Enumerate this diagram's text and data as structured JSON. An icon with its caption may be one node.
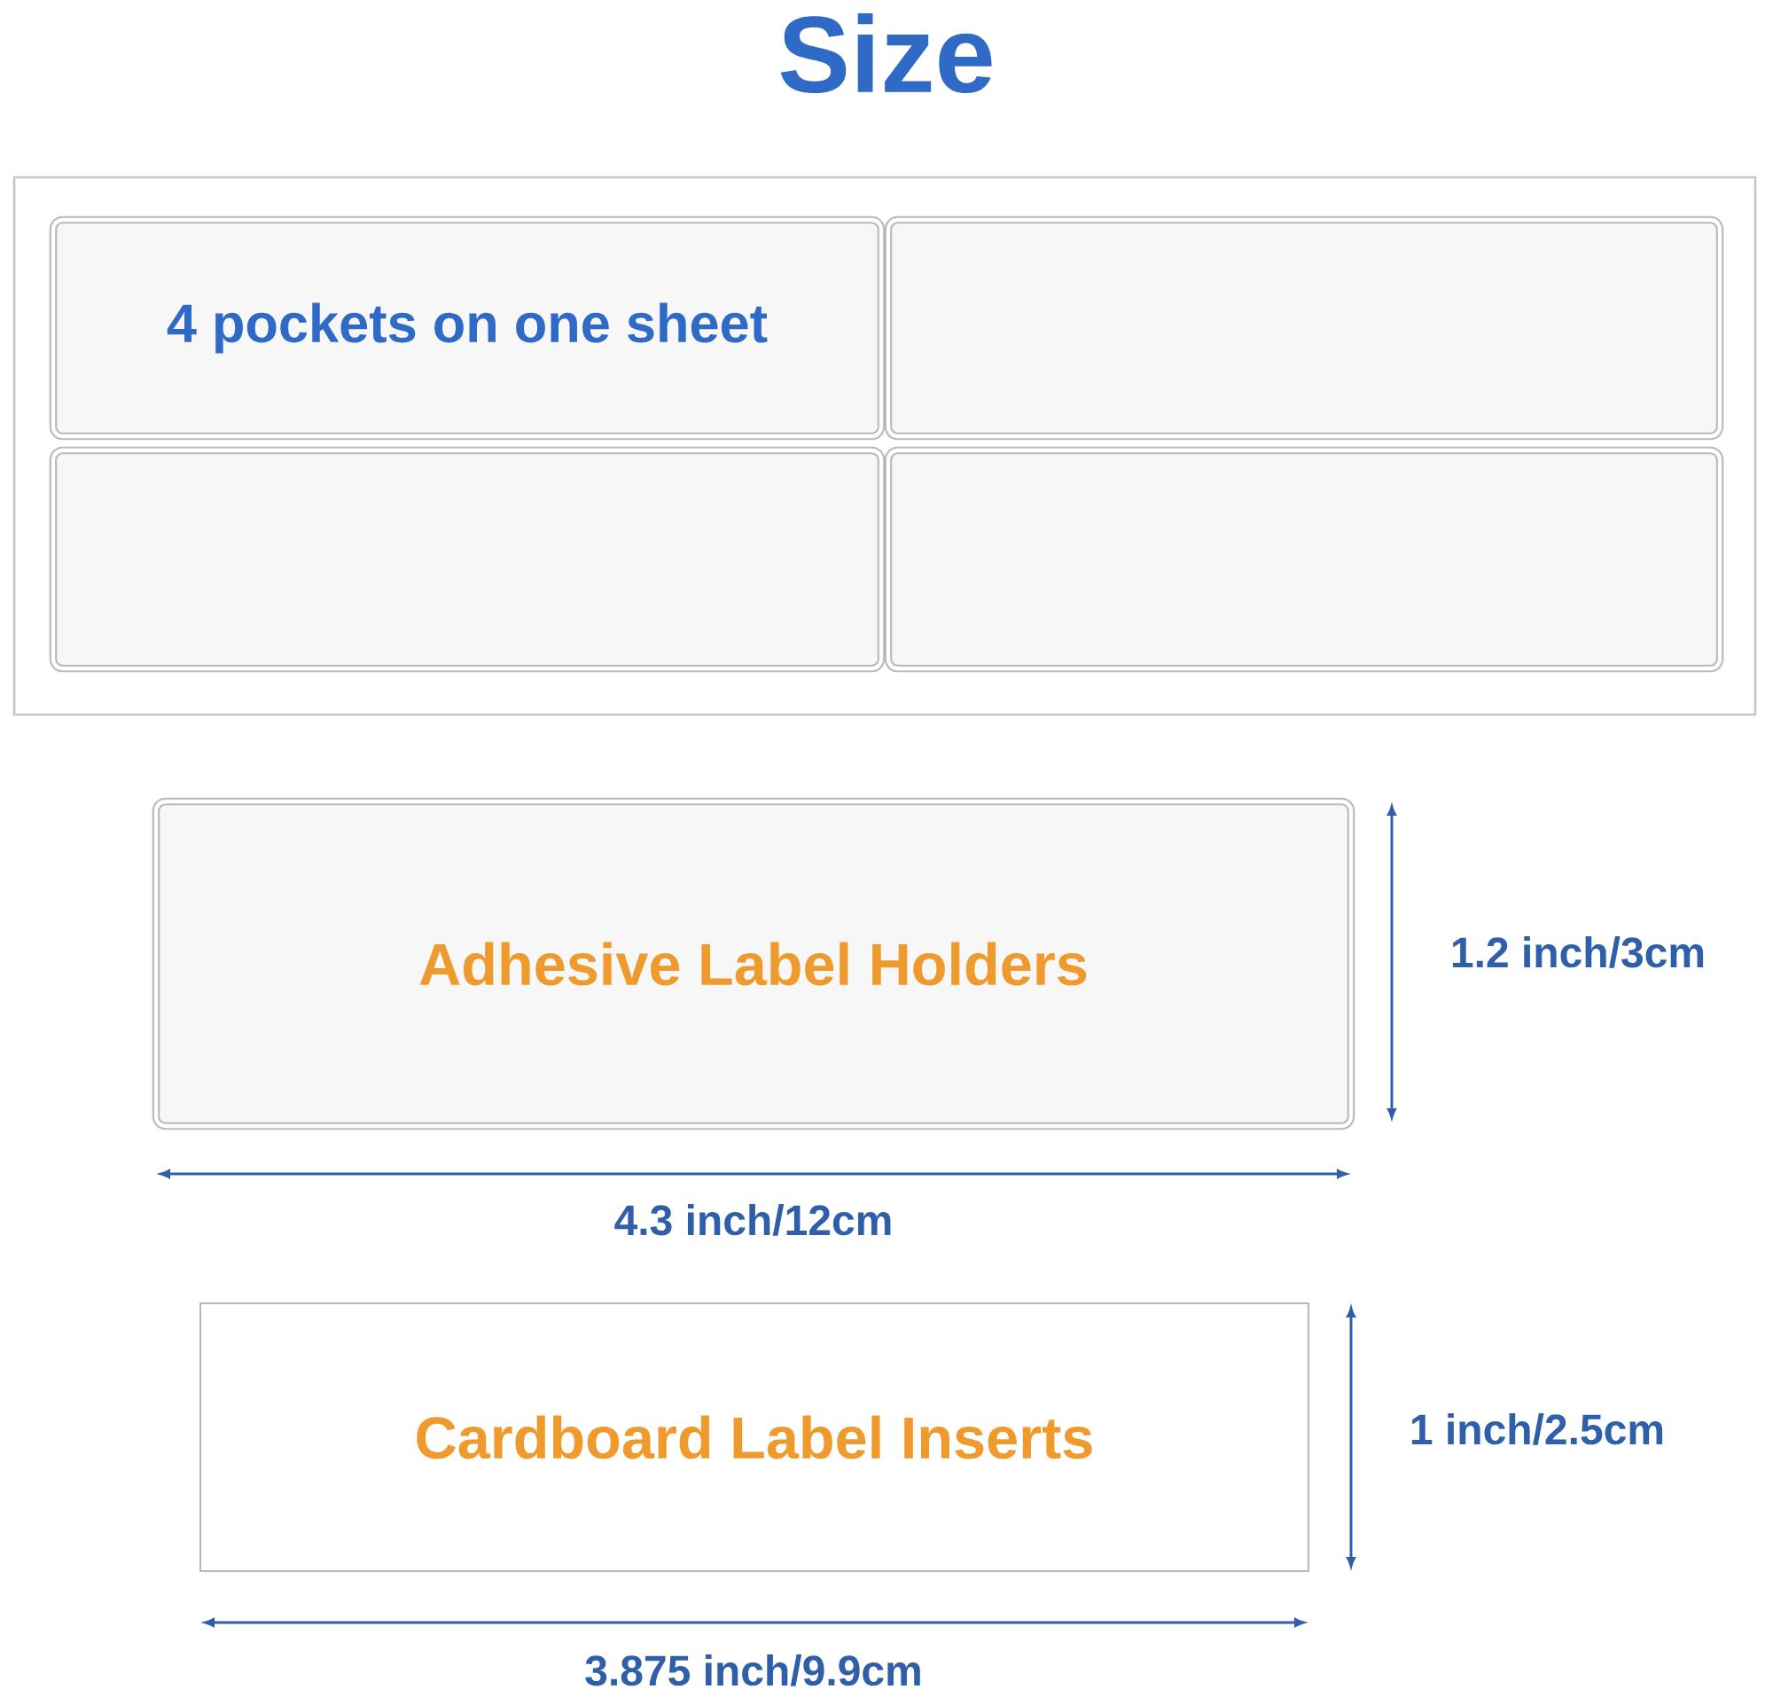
{
  "diagram": {
    "title": "Size",
    "nodes": [
      {
        "text": [],
        "shape": "box"
      },
      {
        "text": [
          "4 pockets on one sheet"
        ],
        "in": 0
      },
      {
        "text": [],
        "shape": "box",
        "in": 0
      },
      {
        "text": [],
        "shape": "box",
        "in": 0
      },
      {
        "text": [],
        "shape": "box",
        "in": 0
      },
      {
        "text": [
          "Adhesive Label Holders"
        ]
      },
      {
        "text": [
          "Cardboard Label Inserts"
        ]
      }
    ],
    "edges": [],
    "labels": [
      "1.2 inch/3cm",
      "4.3 inch/12cm",
      "1 inch/2.5cm",
      "3.875 inch/9.9cm"
    ]
  }
}
